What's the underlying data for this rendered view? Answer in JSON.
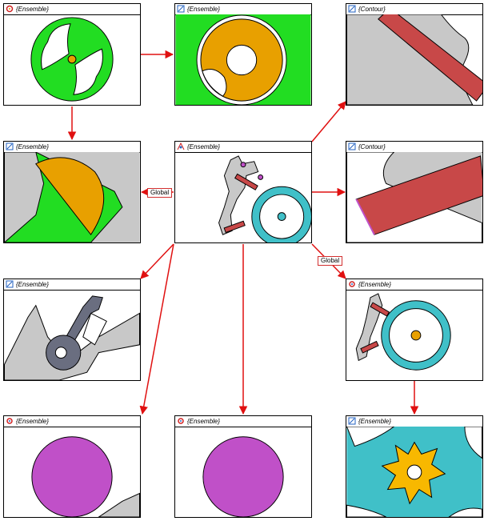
{
  "nodes": [
    {
      "id": "n1",
      "title": "{Ensemble}",
      "icon": "orange-rotation-icon"
    },
    {
      "id": "n2",
      "title": "{Ensemble}",
      "icon": "blue-frame-icon"
    },
    {
      "id": "n3",
      "title": "{Contour}",
      "icon": "blue-frame-icon"
    },
    {
      "id": "n4",
      "title": "{Ensemble}",
      "icon": "blue-frame-icon"
    },
    {
      "id": "n5",
      "title": "{Ensemble}",
      "icon": "rotation-pin-icon"
    },
    {
      "id": "n6",
      "title": "{Contour}",
      "icon": "blue-frame-icon"
    },
    {
      "id": "n7",
      "title": "{Ensemble}",
      "icon": "blue-frame-icon"
    },
    {
      "id": "n8",
      "title": "{Ensemble}",
      "icon": "red-pivot-icon"
    },
    {
      "id": "n9",
      "title": "{Ensemble}",
      "icon": "red-pivot-icon"
    },
    {
      "id": "n10",
      "title": "{Ensemble}",
      "icon": "red-pivot-icon"
    },
    {
      "id": "n11",
      "title": "{Ensemble}",
      "icon": "blue-frame-icon"
    }
  ],
  "edge_labels": {
    "left_global": "Global",
    "right_global": "Global"
  },
  "colors": {
    "arrow": "#e01010",
    "green": "#22dd22",
    "orange": "#e8a000",
    "gray": "#c8c8c8",
    "red_bar": "#c84848",
    "teal": "#40c0c8",
    "purple": "#c050c8",
    "slate": "#6a6e80",
    "yellow": "#f8b800"
  }
}
